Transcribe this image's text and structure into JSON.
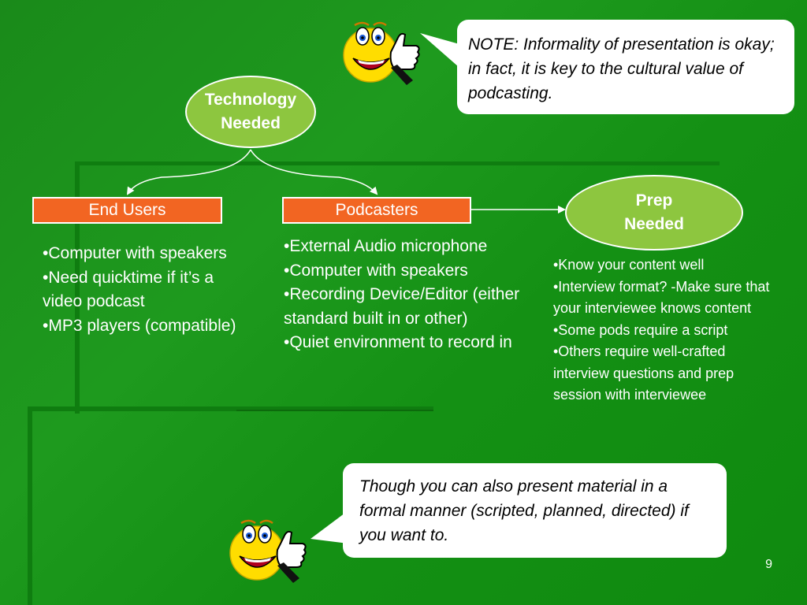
{
  "nodes": {
    "technology_needed": "Technology\nNeeded",
    "prep_needed": "Prep\nNeeded",
    "end_users": "End Users",
    "podcasters": "Podcasters"
  },
  "lists": {
    "end_users": [
      "•Computer with speakers",
      "•Need quicktime if it’s a video podcast",
      "•MP3 players (compatible)"
    ],
    "podcasters": [
      "•External Audio microphone",
      "•Computer with speakers",
      "•Recording Device/Editor (either standard built in or other)",
      "•Quiet environment to record in"
    ],
    "prep": [
      "•Know your content well",
      "•Interview format? -Make sure that your interviewee knows content",
      "•Some pods require a script",
      "•Others require well-crafted interview questions and prep session with interviewee"
    ]
  },
  "callouts": {
    "top": "NOTE: Informality of presentation is okay; in fact, it is key to the cultural value of podcasting.",
    "bottom": "Though you can also present material in a formal manner (scripted, planned, directed) if you want to."
  },
  "icons": {
    "top": "smiley-thumbs-up-icon",
    "bottom": "smiley-thumbs-up-icon"
  },
  "page_number": "9",
  "colors": {
    "background": "#1a8a1a",
    "ellipse_fill": "#8dc63f",
    "box_fill": "#f26522",
    "text": "#ffffff"
  }
}
